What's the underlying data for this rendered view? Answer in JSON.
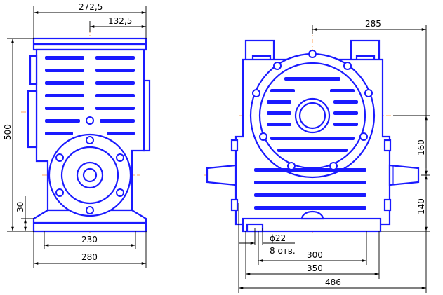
{
  "dimensions": {
    "d272_5": "272,5",
    "d132_5": "132,5",
    "d500": "500",
    "d30": "30",
    "d230": "230",
    "d280": "280",
    "d285": "285",
    "d160": "160",
    "d140": "140",
    "d22": "ϕ22",
    "d8holes": "8 отв.",
    "d300": "300",
    "d350": "350",
    "d486": "486"
  },
  "colors": {
    "outline": "#1a1aff",
    "centerline": "#ff8a2a",
    "dimension": "#000000"
  }
}
